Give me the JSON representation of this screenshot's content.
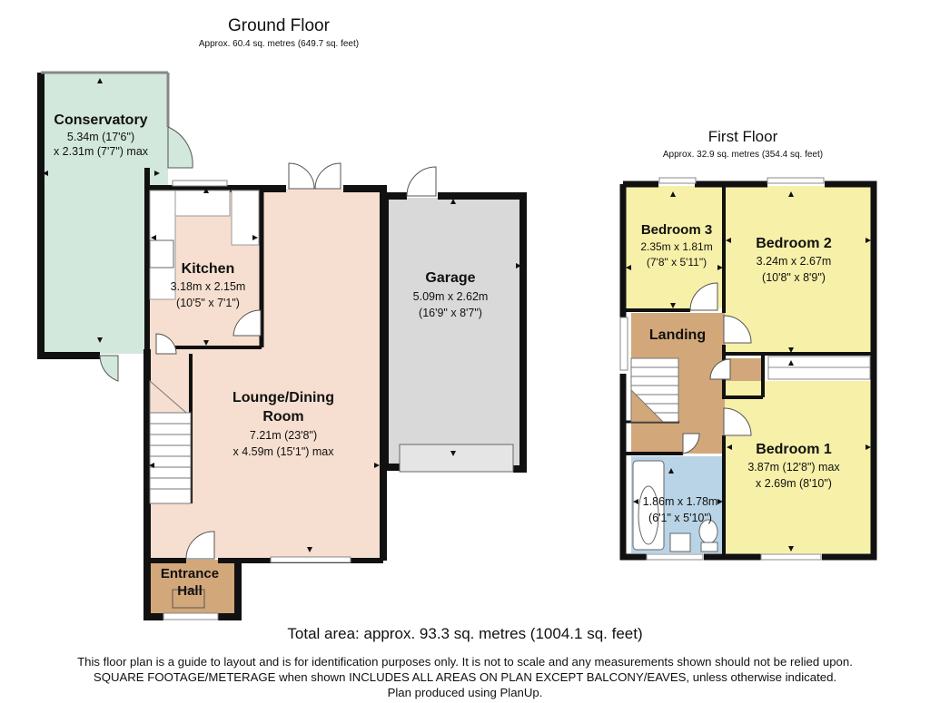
{
  "ground_floor": {
    "title": "Ground Floor",
    "area": "Approx. 60.4 sq. metres (649.7 sq. feet)",
    "rooms": {
      "conservatory": {
        "name": "Conservatory",
        "dim1": "5.34m (17'6\")",
        "dim2": "x 2.31m (7'7\") max"
      },
      "kitchen": {
        "name": "Kitchen",
        "dim1": "3.18m x 2.15m",
        "dim2": "(10'5\" x 7'1\")"
      },
      "garage": {
        "name": "Garage",
        "dim1": "5.09m x 2.62m",
        "dim2": "(16'9\" x 8'7\")"
      },
      "lounge": {
        "name1": "Lounge/Dining",
        "name2": "Room",
        "dim1": "7.21m (23'8\")",
        "dim2": "x 4.59m (15'1\") max"
      },
      "entrance": {
        "name1": "Entrance",
        "name2": "Hall"
      }
    }
  },
  "first_floor": {
    "title": "First Floor",
    "area": "Approx. 32.9 sq. metres (354.4 sq. feet)",
    "rooms": {
      "bedroom3": {
        "name": "Bedroom 3",
        "dim1": "2.35m x 1.81m",
        "dim2": "(7'8\" x 5'11\")"
      },
      "bedroom2": {
        "name": "Bedroom 2",
        "dim1": "3.24m x 2.67m",
        "dim2": "(10'8\" x 8'9\")"
      },
      "landing": {
        "name": "Landing"
      },
      "bedroom1": {
        "name": "Bedroom 1",
        "dim1": "3.87m (12'8\") max",
        "dim2": "x 2.69m (8'10\")"
      },
      "bathroom": {
        "dim1": "1.86m x 1.78m",
        "dim2": "(6'1\" x 5'10\")"
      }
    }
  },
  "footer": {
    "total": "Total area: approx. 93.3 sq. metres (1004.1 sq. feet)",
    "line1": "This floor plan is a guide to layout and is for identification purposes only. It is not to scale and any measurements shown should not be relied upon.",
    "line2": "SQUARE FOOTAGE/METERAGE when shown INCLUDES ALL AREAS ON PLAN EXCEPT BALCONY/EAVES, unless otherwise indicated.",
    "line3": "Plan produced using PlanUp."
  },
  "colors": {
    "conservatory": "#d3e8dc",
    "kitchen": "#f6dfd0",
    "lounge": "#f6dfd0",
    "garage": "#d9d9d9",
    "entrance": "#d2a77a",
    "bedroom": "#f7f0a8",
    "landing": "#d2a77a",
    "bathroom": "#b9d4e6",
    "wall": "#111111"
  }
}
